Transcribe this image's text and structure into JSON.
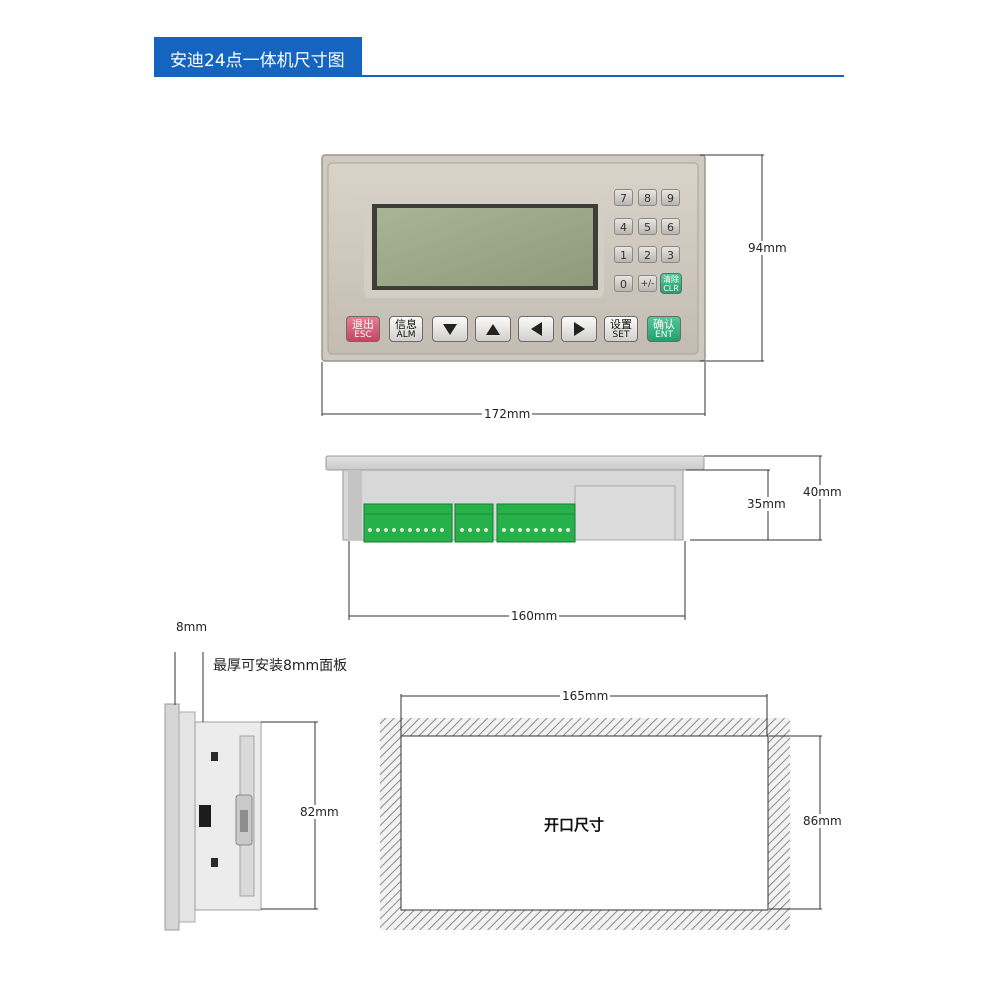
{
  "header": {
    "title": "安迪24点一体机尺寸图",
    "color": "#1565c0"
  },
  "front_view": {
    "keypad": [
      "7",
      "8",
      "9",
      "4",
      "5",
      "6",
      "1",
      "2",
      "3",
      "0",
      "+/-"
    ],
    "clear_key": {
      "top": "清除",
      "bottom": "CLR"
    },
    "function_keys": [
      {
        "top": "退出",
        "bottom": "ESC",
        "color": "red"
      },
      {
        "top": "信息",
        "bottom": "ALM",
        "color": "grey"
      },
      {
        "top": "设置",
        "bottom": "SET",
        "color": "grey"
      },
      {
        "top": "确认",
        "bottom": "ENT",
        "color": "green"
      }
    ],
    "arrow_keys": [
      "down-arrow-icon",
      "up-arrow-icon",
      "left-arrow-icon",
      "right-arrow-icon"
    ],
    "height_label": "94mm",
    "width_label": "172mm"
  },
  "top_view": {
    "width_label": "160mm",
    "depth_label_inner": "35mm",
    "depth_label_outer": "40mm"
  },
  "side_view": {
    "panel_thickness_label": "8mm",
    "panel_note": "最厚可安装8mm面板",
    "height_label": "82mm"
  },
  "cutout": {
    "label": "开口尺寸",
    "width_label": "165mm",
    "height_label": "86mm"
  }
}
